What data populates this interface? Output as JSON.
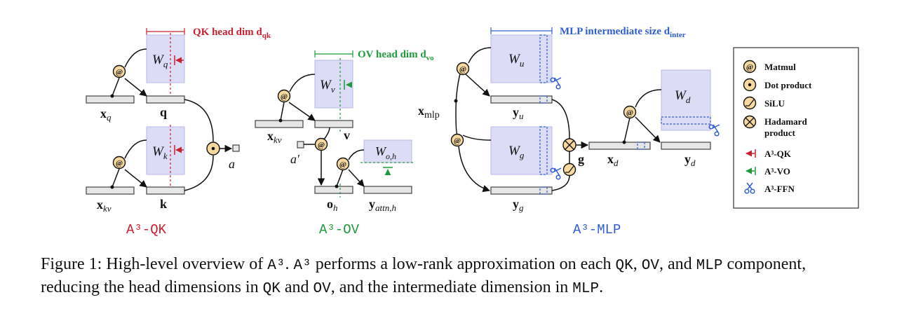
{
  "colors": {
    "qk": "#c8202f",
    "ov": "#1f9a3a",
    "mlp": "#2f5fd0",
    "weight_fill": "#dcdcf6",
    "bar_fill": "#e6e6e6",
    "op_fill": "#f7d9a0"
  },
  "qk": {
    "dim_label_main": "QK head dim d",
    "dim_label_sub": "qk",
    "wq_main": "W",
    "wq_sub": "q",
    "wk_main": "W",
    "wk_sub": "k",
    "xq_main": "x",
    "xq_sub": "q",
    "q_label": "q",
    "xkv_main": "x",
    "xkv_sub": "kv",
    "k_label": "k",
    "a_label": "a",
    "title": "A³-QK"
  },
  "ov": {
    "dim_label_main": "OV head dim d",
    "dim_label_sub": "vo",
    "wv_main": "W",
    "wv_sub": "v",
    "xkv_main": "x",
    "xkv_sub": "kv",
    "v_label": "v",
    "a_prime_label": "a′",
    "wo_main": "W",
    "wo_sub": "o,h",
    "oh_main": "o",
    "oh_sub": "h",
    "yattn_main": "y",
    "yattn_sub": "attn,h",
    "title": "A³-OV"
  },
  "mlp": {
    "dim_label_main": "MLP intermediate size d",
    "dim_label_sub": "inter",
    "wu_main": "W",
    "wu_sub": "u",
    "wg_main": "W",
    "wg_sub": "g",
    "wd_main": "W",
    "wd_sub": "d",
    "xmlp_main": "x",
    "xmlp_sub": "mlp",
    "yu_main": "y",
    "yu_sub": "u",
    "yg_main": "y",
    "yg_sub": "g",
    "g_label": "g",
    "xd_main": "x",
    "xd_sub": "d",
    "yd_main": "y",
    "yd_sub": "d",
    "title": "A³-MLP"
  },
  "legend": {
    "matmul": "Matmul",
    "dot": "Dot product",
    "silu": "SiLU",
    "hadamard_line1": "Hadamard",
    "hadamard_line2": "product",
    "a3qk": "A³-QK",
    "a3vo": "A³-VO",
    "a3ffn": "A³-FFN",
    "matmul_symbol": "@"
  },
  "caption": {
    "part1": "Figure 1: High-level overview of ",
    "code_a3_1": "A³",
    "part2": ". ",
    "code_a3_2": "A³",
    "part3": " performs a low-rank approximation on each ",
    "code_qk_1": "QK",
    "part4": ", ",
    "code_ov_1": "OV",
    "part5": ", and ",
    "code_mlp_1": "MLP",
    "part6": " component, reducing the head dimensions in ",
    "code_qk_2": "QK",
    "part7": " and ",
    "code_ov_2": "OV",
    "part8": ", and the intermediate dimension in ",
    "code_mlp_2": "MLP",
    "part9": "."
  }
}
